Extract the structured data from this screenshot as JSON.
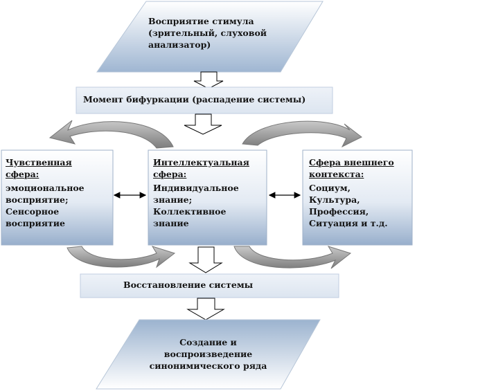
{
  "diagram": {
    "stimulus": {
      "text": "Восприятие стимула\n(зрительный, слуховой\nанализатор)"
    },
    "bifurcation": {
      "text": "Момент бифуркации (распадение системы)"
    },
    "sensory": {
      "title": "Чувственная\nсфера:",
      "body": "эмоциональное\nвосприятие;\nСенсорное\nвосприятие"
    },
    "intellectual": {
      "title": "Интеллектуальная\nсфера:",
      "body": "Индивидуальное\nзнание;\nКоллективное\nзнание"
    },
    "external": {
      "title": "Сфера внешнего\nконтекста:",
      "body": "Социум,\nКультура,\nПрофессия,\nСитуация и т.д."
    },
    "restoration": {
      "text": "Восстановление системы"
    },
    "result": {
      "text": "Создание и\nвоспроизведение\nсинонимического ряда"
    }
  },
  "colors": {
    "box_top": "#9bb3cf",
    "box_bottom": "#ffffff",
    "curved_arrow": "#8a8a8a",
    "outline": "#000000"
  }
}
